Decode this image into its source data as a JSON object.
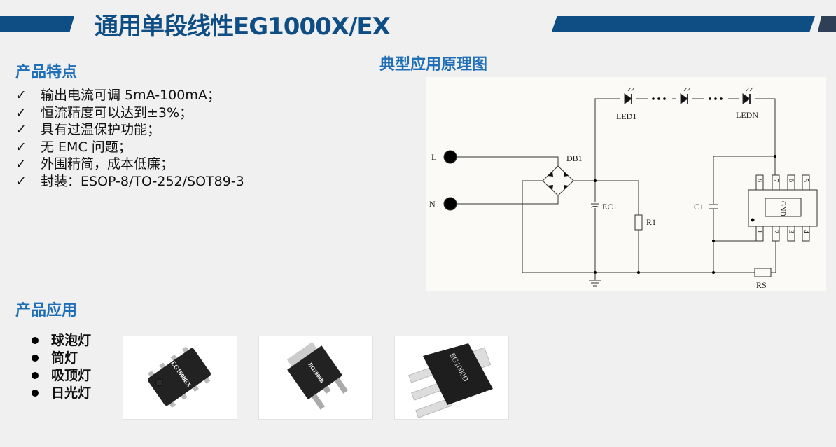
{
  "header": {
    "title": "通用单段线性EG1000X/EX",
    "accent": "#0f4d85"
  },
  "features": {
    "heading": "产品特点",
    "check_icon": "✓",
    "items": [
      "输出电流可调 5mA-100mA；",
      "恒流精度可以达到±3%；",
      "具有过温保护功能；",
      "无 EMC 问题；",
      "外围精简，成本低廉；",
      "封装：ESOP-8/TO-252/SOT89-3"
    ]
  },
  "applications": {
    "heading": "产品应用",
    "items": [
      "球泡灯",
      "筒灯",
      "吸顶灯",
      "日光灯"
    ]
  },
  "diagram": {
    "heading": "典型应用原理图",
    "labels": {
      "L": "L",
      "N": "N",
      "DB1": "DB1",
      "EC1": "EC1",
      "R1": "R1",
      "C1": "C1",
      "RS": "RS",
      "LED1": "LED1",
      "LEDN": "LEDN",
      "GND": "GND"
    },
    "pins": [
      "8",
      "7",
      "6",
      "5",
      "1",
      "2",
      "3",
      "4"
    ]
  },
  "chips": [
    {
      "marking": "EG1000EX"
    },
    {
      "marking": "EG1000B"
    },
    {
      "marking": "EG1000D"
    }
  ]
}
